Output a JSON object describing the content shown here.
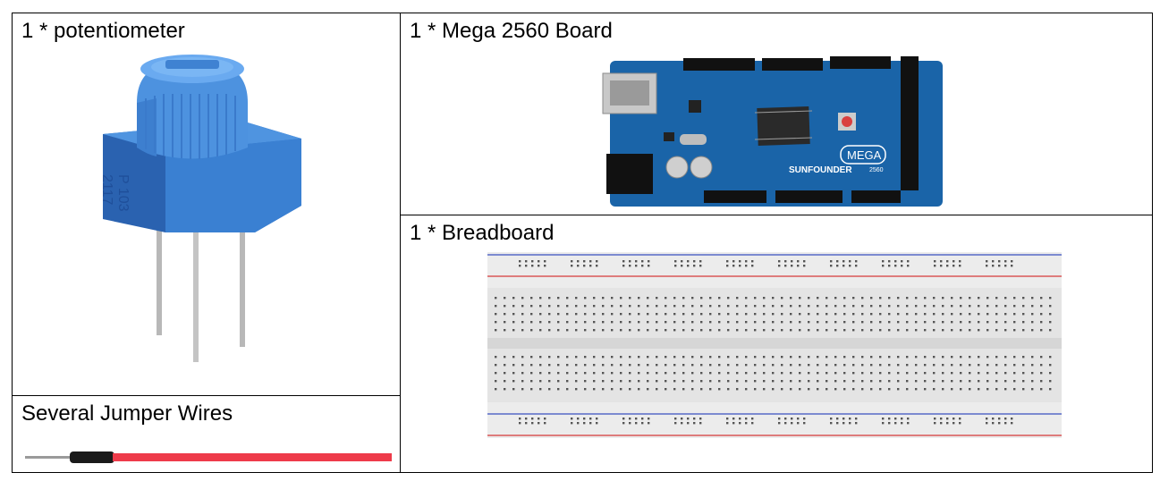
{
  "table": {
    "potentiometer": {
      "caption": "1 * potentiometer",
      "marking_top": "P 103",
      "marking_bottom": "2117"
    },
    "mega_board": {
      "caption": "1 * Mega 2560 Board",
      "brand": "SUNFOUNDER",
      "model": "MEGA",
      "model_sub": "2560"
    },
    "breadboard": {
      "caption": "1 * Breadboard"
    },
    "jumper_wires": {
      "caption": "Several Jumper Wires"
    }
  },
  "colors": {
    "pot_blue": "#3f86d6",
    "board_blue": "#1a64a8",
    "wire_red": "#ee3b4a",
    "rail_blue": "#3a4fc0",
    "rail_red": "#d63a3a"
  }
}
